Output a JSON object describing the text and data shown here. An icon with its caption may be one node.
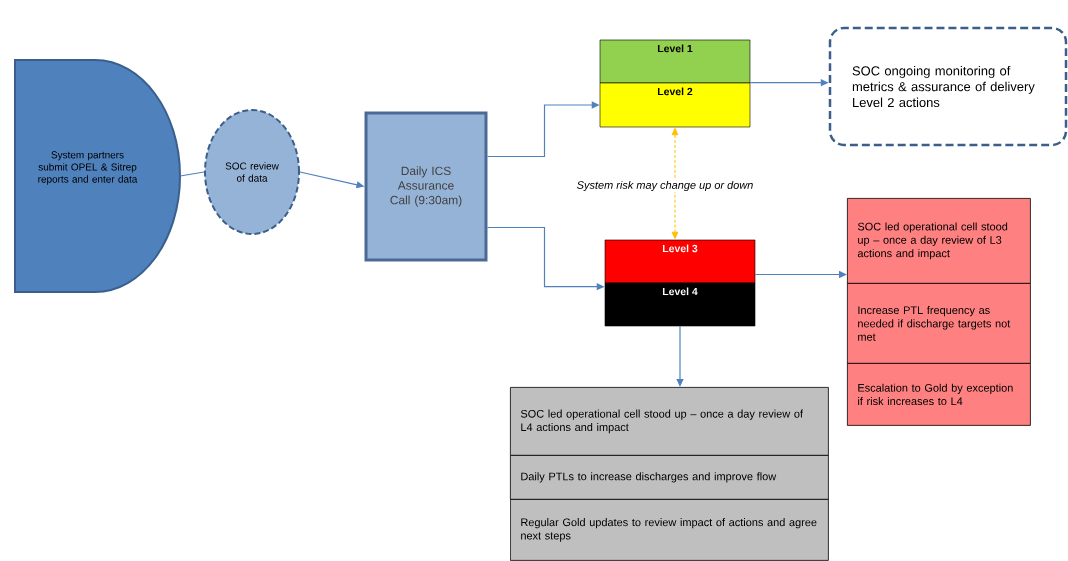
{
  "diagram": {
    "nodes": [
      {
        "text": [
          "System partners submit OPEL & Sitrep reports and enter data"
        ]
      },
      {
        "text": [
          "SOC review of data"
        ]
      },
      {
        "text": [
          "Daily ICS Assurance Call (9:30am)"
        ]
      },
      {
        "text": [
          "Level 1"
        ]
      },
      {
        "text": [
          "Level 2"
        ]
      },
      {
        "text": [
          "SOC ongoing monitoring of metrics & assurance of delivery Level 2 actions"
        ]
      },
      {
        "text": [
          "Level 3"
        ]
      },
      {
        "text": [
          "Level 4"
        ]
      },
      {
        "text": [
          "SOC led operational cell stood up – once a day review of L3 actions and impact"
        ]
      },
      {
        "text": [
          "Increase PTL frequency as needed if discharge targets not met"
        ]
      },
      {
        "text": [
          "Escalation to Gold by exception if risk increases to L4"
        ]
      },
      {
        "text": [
          "SOC led operational cell stood up – once a day review of L4 actions and impact"
        ]
      },
      {
        "text": [
          "Daily PTLs to increase discharges and improve flow"
        ]
      },
      {
        "text": [
          "Regular Gold updates to review impact of actions and agree next steps"
        ]
      }
    ],
    "edges": [
      {
        "from": 0,
        "to": 1,
        "arrow": "none"
      },
      {
        "from": 1,
        "to": 2,
        "arrow": "to"
      },
      {
        "from": 2,
        "to": 4,
        "arrow": "to"
      },
      {
        "from": 2,
        "to": 7,
        "arrow": "to"
      },
      {
        "from": 4,
        "to": 5,
        "arrow": "to"
      },
      {
        "from": 4,
        "to": 6,
        "arrow": "both",
        "label": "System risk may change up or down",
        "style": "dashed",
        "color": "#ffc000"
      },
      {
        "from": 6,
        "to": 8,
        "arrow": "to"
      },
      {
        "from": 7,
        "to": 11,
        "arrow": "to"
      }
    ]
  }
}
